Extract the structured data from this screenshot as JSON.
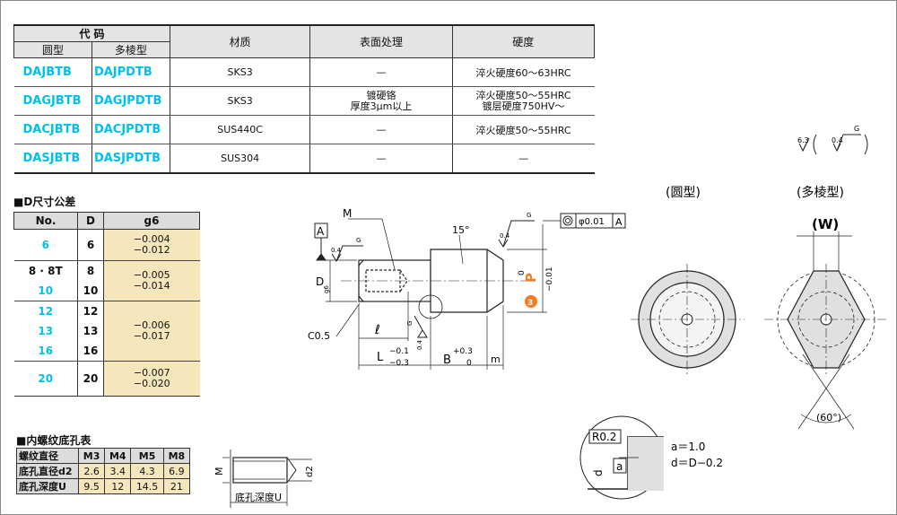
{
  "spec_table": {
    "header_code": "代 码",
    "header_round": "圆型",
    "header_poly": "多棱型",
    "header_material": "材质",
    "header_surface": "表面处理",
    "header_hardness": "硬度",
    "rows": [
      {
        "round": "DAJBTB",
        "poly": "DAJPDTB",
        "material": "SKS3",
        "surface": "—",
        "hardness": "淬火硬度60～63HRC"
      },
      {
        "round": "DAGJBTB",
        "poly": "DAGJPDTB",
        "material": "SKS3",
        "surface": "镀硬铬",
        "surface2": "厚度3μm以上",
        "hardness": "淬火硬度50～55HRC",
        "hardness2": "镀层硬度750HV～"
      },
      {
        "round": "DACJBTB",
        "poly": "DACJPDTB",
        "material": "SUS440C",
        "surface": "—",
        "hardness": "淬火硬度50～55HRC"
      },
      {
        "round": "DASJBTB",
        "poly": "DASJPDTB",
        "material": "SUS304",
        "surface": "—",
        "hardness": "—"
      }
    ]
  },
  "d_tolerance": {
    "title": "■D尺寸公差",
    "header_no": "No.",
    "header_d": "D",
    "header_g6": "g6",
    "rows": [
      {
        "no": "6",
        "d": "6",
        "g6": "−0.004",
        "g6b": "−0.012"
      },
      {
        "no": "8 · 8T",
        "d": "8",
        "g6": "−0.005",
        "g6b": "−0.014"
      },
      {
        "no": "10",
        "d": "10"
      },
      {
        "no": "12",
        "d": "12",
        "g6": "−0.006",
        "g6b": "−0.017"
      },
      {
        "no": "13",
        "d": "13"
      },
      {
        "no": "16",
        "d": "16"
      },
      {
        "no": "20",
        "d": "20",
        "g6": "−0.007",
        "g6b": "−0.020"
      }
    ]
  },
  "thread_table": {
    "title": "■内螺纹底孔表",
    "label_thread": "螺纹直径",
    "label_dia": "底孔直径d2",
    "label_depth": "底孔深度U",
    "cols": [
      "M3",
      "M4",
      "M5",
      "M8"
    ],
    "dia": [
      "2.6",
      "3.4",
      "4.3",
      "6.9"
    ],
    "depth": [
      "9.5",
      "12",
      "14.5",
      "21"
    ]
  },
  "drawing": {
    "round_label": "(圆型)",
    "poly_label": "(多棱型)",
    "w_label": "(W)",
    "angle_label": "(60°)",
    "datum_a": "A",
    "m_label": "M",
    "d_label": "D",
    "d_sub": "g6",
    "chamfer": "C0.5",
    "ell": "ℓ",
    "l_label": "L",
    "l_tol_top": "−0.1",
    "l_tol_bot": "−0.3",
    "b_label": "B",
    "b_tol_top": "+0.3",
    "b_tol_bot": "0",
    "m2_label": "m",
    "angle15": "15°",
    "roughness_04": "0.4",
    "roughness_g": "G",
    "roughness_63": "6.3",
    "concentric": "φ0.01",
    "p_label": "P",
    "p_tol_top": "0",
    "p_tol_bot": "−0.01",
    "p_badge": "3",
    "r02": "R0.2",
    "a_box": "a",
    "d_box": "d",
    "a_val": "a＝1.0",
    "d_val": "d＝D−0.2",
    "hole_m": "M",
    "hole_d2": "d2",
    "hole_u": "底孔深度U"
  }
}
